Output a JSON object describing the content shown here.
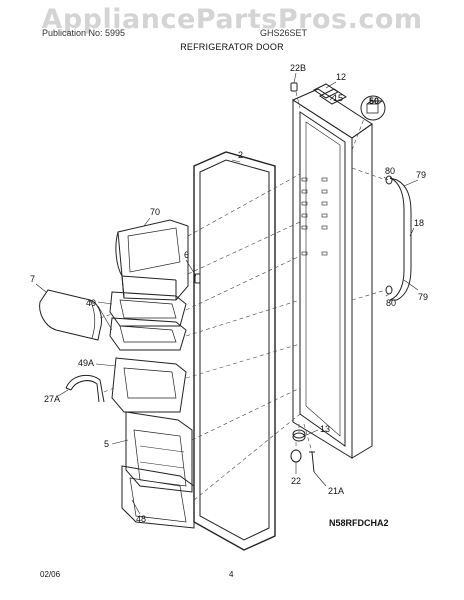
{
  "watermark": "AppliancePartsPros.com",
  "header": {
    "left": "Publication No: 5995",
    "right": "GHS26SET"
  },
  "section_title": "REFRIGERATOR DOOR",
  "callouts": {
    "c22B": "22B",
    "c12": "12",
    "c15": "15",
    "c50": "50",
    "c2": "2",
    "c80a": "80",
    "c79a": "79",
    "c18": "18",
    "c80b": "80",
    "c79b": "79",
    "c70": "70",
    "c6": "6",
    "c7": "7",
    "c49": "49",
    "c49A": "49A",
    "c27A": "27A",
    "c5": "5",
    "c13": "13",
    "c22": "22",
    "c21A": "21A",
    "c48": "48"
  },
  "diagram_code": "N58RFDCHA2",
  "footer": {
    "date": "02/06",
    "page": "4"
  }
}
